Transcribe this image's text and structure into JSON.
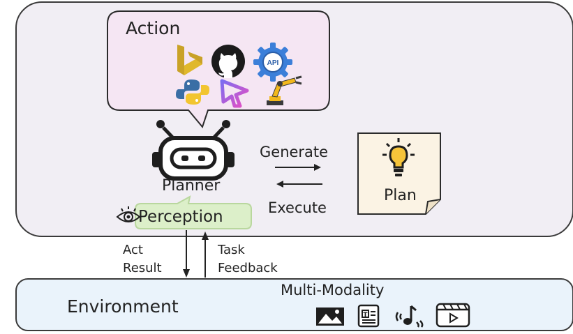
{
  "action": {
    "title": "Action",
    "tools": [
      "bing-icon",
      "github-icon",
      "api-gear-icon",
      "python-icon",
      "cursor-icon",
      "robot-arm-icon"
    ]
  },
  "planner": {
    "label": "Planner"
  },
  "plan": {
    "label": "Plan"
  },
  "arrows": {
    "generate": "Generate",
    "execute": "Execute"
  },
  "perception": {
    "label": "Perception"
  },
  "links": {
    "act_result": [
      "Act",
      "Result"
    ],
    "task_feedback": [
      "Task",
      "Feedback"
    ]
  },
  "environment": {
    "label": "Environment"
  },
  "modality": {
    "label": "Multi-Modality",
    "icons": [
      "image-icon",
      "text-icon",
      "audio-icon",
      "video-icon"
    ]
  },
  "colors": {
    "agent_bg": "#f1eef4",
    "bubble_bg": "#f5e6f3",
    "perception_bg": "#dcefc9",
    "plan_bg": "#fbf3e4",
    "env_bg": "#eaf3fb"
  }
}
